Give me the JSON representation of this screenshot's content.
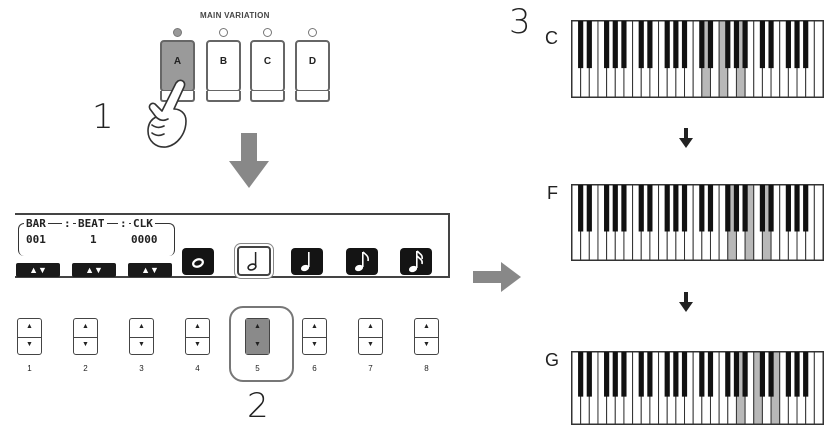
{
  "main_variation": {
    "title": "MAIN VARIATION",
    "buttons": [
      {
        "label": "A",
        "selected": true,
        "lamp_on": true
      },
      {
        "label": "B",
        "selected": false,
        "lamp_on": false
      },
      {
        "label": "C",
        "selected": false,
        "lamp_on": false
      },
      {
        "label": "D",
        "selected": false,
        "lamp_on": false
      }
    ]
  },
  "steps": {
    "one": "1",
    "two": "2",
    "three": "3"
  },
  "display": {
    "bar_label": "BAR",
    "beat_label": "BEAT",
    "clk_label": "CLK",
    "sep": ":",
    "bar_value": "001",
    "beat_value": "1",
    "clk_value": "0000",
    "updown": "▲▼",
    "note_values": [
      {
        "name": "whole-note",
        "glyph": "𝅝",
        "selected": false
      },
      {
        "name": "half-note",
        "glyph": "𝅗𝅥",
        "selected": true
      },
      {
        "name": "quarter-note",
        "glyph": "♩",
        "selected": false
      },
      {
        "name": "eighth-note",
        "glyph": "♪",
        "selected": false
      },
      {
        "name": "sixteenth-note",
        "glyph": "𝅘𝅥𝅯",
        "selected": false
      }
    ]
  },
  "panel_buttons": {
    "labels": [
      "1",
      "2",
      "3",
      "4",
      "5",
      "6",
      "7",
      "8"
    ],
    "selected": 5,
    "up": "▲",
    "down": "▼"
  },
  "chords": [
    {
      "label": "C",
      "highlighted_white_keys": [
        15,
        17,
        19
      ]
    },
    {
      "label": "F",
      "highlighted_white_keys": [
        18,
        20,
        22
      ]
    },
    {
      "label": "G",
      "highlighted_white_keys": [
        19,
        21,
        23
      ]
    }
  ],
  "colors": {
    "highlight": "#b8b8b8",
    "selected_button": "#9a9a9a",
    "arrow": "#888888"
  },
  "icons": {
    "press": "hand-pointer-icon",
    "flow_down": "down-arrow-icon",
    "flow_right": "right-arrow-icon"
  }
}
